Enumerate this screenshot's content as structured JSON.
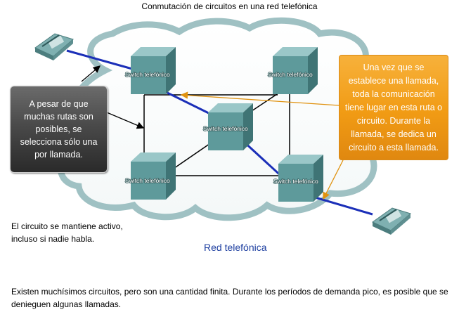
{
  "title": "Conmutación de circuitos en una red telefónica",
  "switch_label": "Switch telefónico",
  "dark_callout": "A pesar de que muchas rutas son posibles, se selecciona sólo una por llamada.",
  "orange_callout": "Una vez que se establece una llamada, toda la comunicación tiene lugar en esta ruta o circuito. Durante la llamada, se dedica un circuito a esta llamada.",
  "circuit_note": "El circuito se mantiene activo, incluso si nadie habla.",
  "network_label": "Red telefónica",
  "footer": "Existen muchísimos circuitos, pero son una cantidad finita. Durante los períodos de demanda pico, es posible que se denieguen algunas llamadas.",
  "colors": {
    "cloud_outline": "#9fc1c3",
    "switch_front": "#5e9a9b",
    "active_circuit": "#1b2fb8",
    "callout_orange": "#f19b14",
    "callout_dark": "#3a3a3a",
    "network_label": "#1e3fa0"
  },
  "icons": [
    "telephone-icon",
    "switch-icon",
    "cloud-shape",
    "arrow-icon"
  ]
}
